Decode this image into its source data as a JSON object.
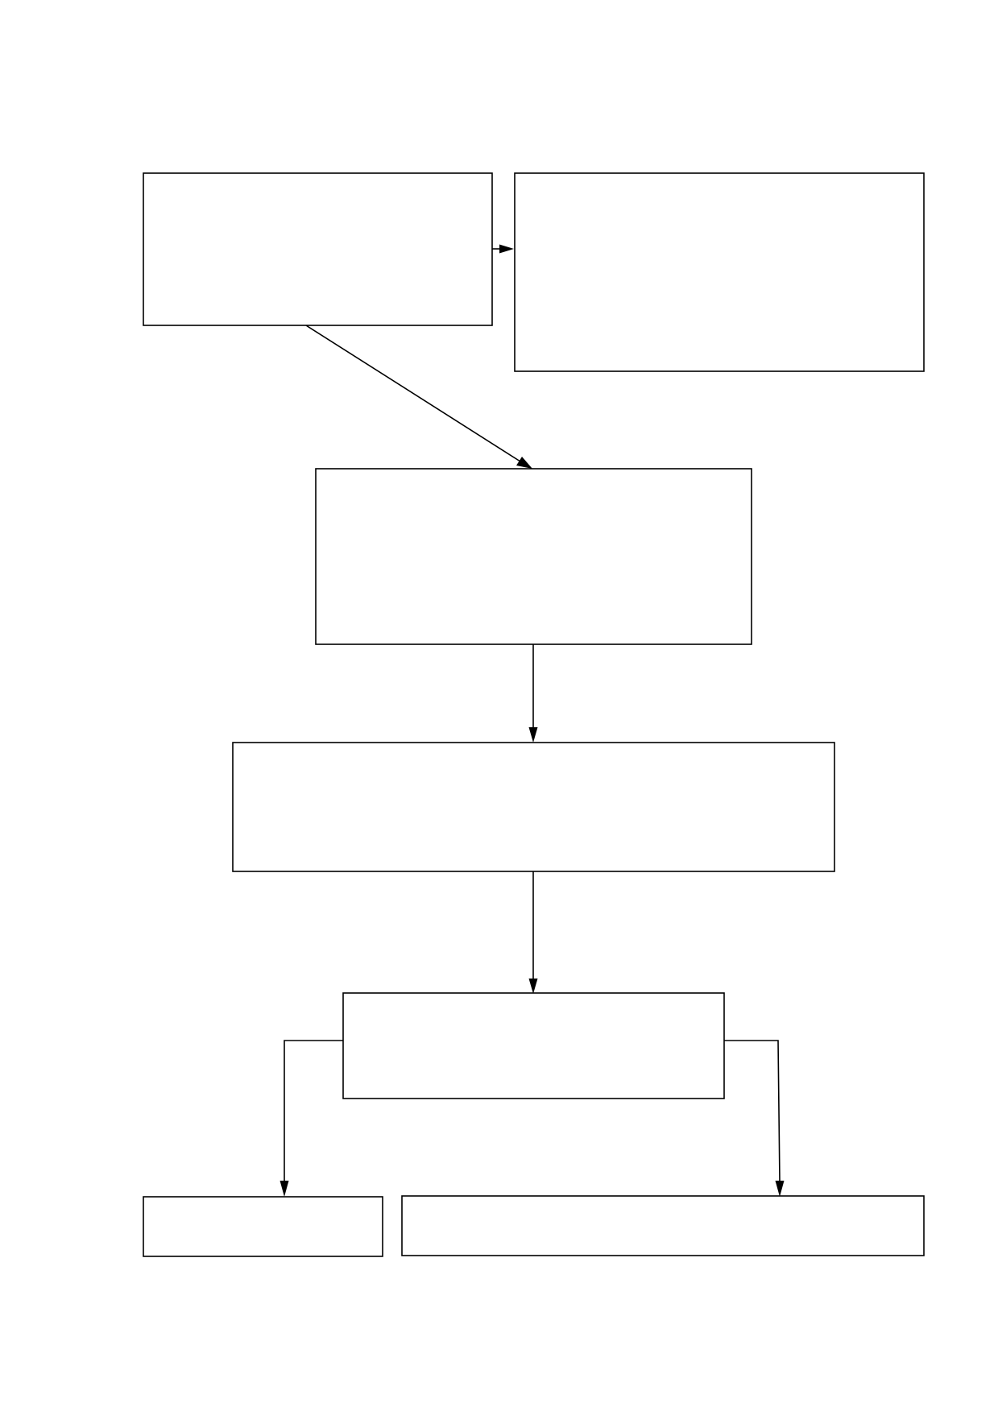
{
  "diagram": {
    "type": "flowchart",
    "nodes": [
      {
        "id": "node-1",
        "text": ""
      },
      {
        "id": "node-2",
        "text": ""
      },
      {
        "id": "node-3",
        "text": ""
      },
      {
        "id": "node-4",
        "text": ""
      },
      {
        "id": "node-5",
        "text": ""
      },
      {
        "id": "node-6",
        "text": ""
      },
      {
        "id": "node-7",
        "text": ""
      }
    ],
    "edges": [
      {
        "from": "node-1",
        "to": "node-2"
      },
      {
        "from": "node-1",
        "to": "node-3"
      },
      {
        "from": "node-3",
        "to": "node-4"
      },
      {
        "from": "node-4",
        "to": "node-5"
      },
      {
        "from": "node-5",
        "to": "node-6"
      },
      {
        "from": "node-5",
        "to": "node-7"
      }
    ]
  },
  "colors": {
    "stroke": "#000000",
    "background": "#ffffff"
  }
}
